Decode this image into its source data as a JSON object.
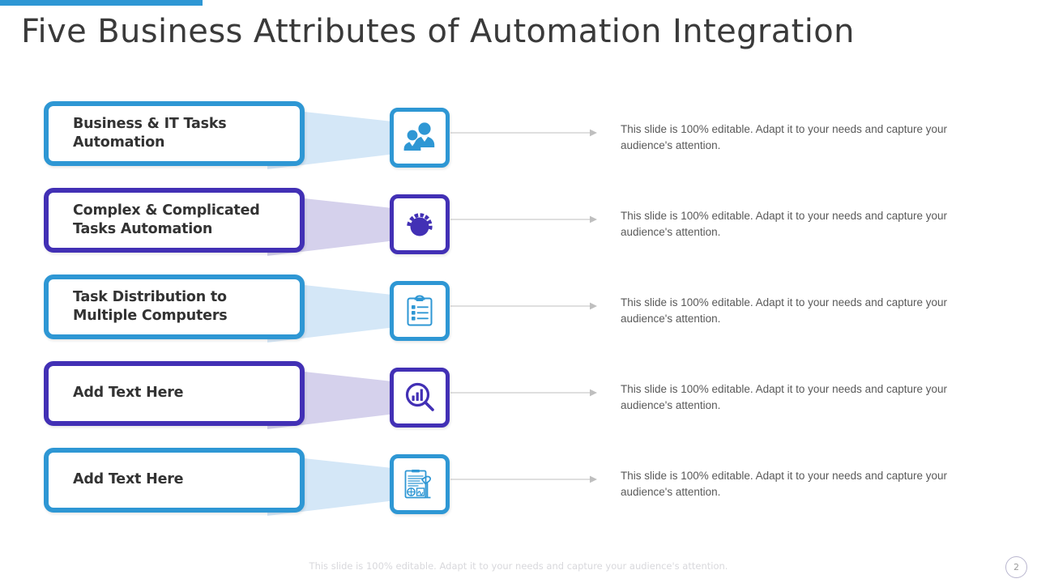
{
  "slide": {
    "title": "Five Business Attributes of Automation Integration",
    "accent_color": "#2E97D4",
    "blue": "#2E97D4",
    "purple": "#4230B5",
    "ribbon_blue": "#D4E7F7",
    "ribbon_purple": "#D5D1EC",
    "arrow_color": "#BFBFBF",
    "page_number": "2",
    "footer_note": "This slide is 100% editable. Adapt it to your needs and capture your audience's attention."
  },
  "rows": [
    {
      "label": "Business & IT Tasks Automation",
      "label_line1": "Business & IT Tasks",
      "label_line2": "Automation",
      "color": "#2E97D4",
      "theme": "blue",
      "icon": "two-people-icon",
      "body": "This slide is 100% editable. Adapt it to your needs and capture your audience's attention."
    },
    {
      "label": "Complex & Complicated Tasks Automation",
      "label_line1": "Complex & Complicated",
      "label_line2": "Tasks Automation",
      "color": "#4230B5",
      "theme": "purple",
      "icon": "dial-knob-icon",
      "body": "This slide is 100% editable. Adapt it to your needs and capture your audience's attention."
    },
    {
      "label": "Task Distribution to Multiple Computers",
      "label_line1": "Task Distribution to",
      "label_line2": "Multiple Computers",
      "color": "#2E97D4",
      "theme": "blue",
      "icon": "clipboard-checklist-icon",
      "body": "This slide is 100% editable. Adapt it to your needs and capture your audience's attention."
    },
    {
      "label": "Add Text Here",
      "label_line1": "Add Text Here",
      "label_line2": "",
      "color": "#4230B5",
      "theme": "purple",
      "icon": "magnifier-bar-chart-icon",
      "body": "This slide is 100% editable. Adapt it to your needs and capture your audience's attention."
    },
    {
      "label": "Add Text Here",
      "label_line1": "Add Text Here",
      "label_line2": "",
      "color": "#2E97D4",
      "theme": "blue",
      "icon": "document-writing-hand-icon",
      "body": "This slide is 100% editable. Adapt it to your needs and capture your audience's attention."
    }
  ]
}
